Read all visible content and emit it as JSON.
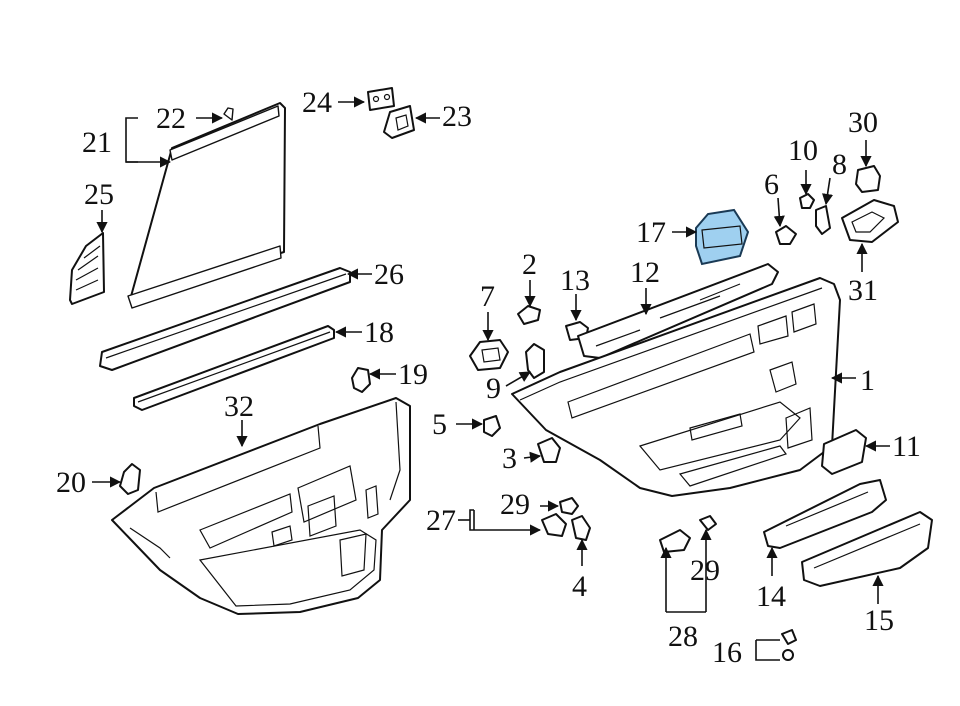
{
  "diagram": {
    "highlight_color": "#9fd0f0",
    "callouts": [
      {
        "id": "c1",
        "label": "1"
      },
      {
        "id": "c2",
        "label": "2"
      },
      {
        "id": "c3",
        "label": "3"
      },
      {
        "id": "c4",
        "label": "4"
      },
      {
        "id": "c5",
        "label": "5"
      },
      {
        "id": "c6",
        "label": "6"
      },
      {
        "id": "c7",
        "label": "7"
      },
      {
        "id": "c8",
        "label": "8"
      },
      {
        "id": "c9",
        "label": "9"
      },
      {
        "id": "c10",
        "label": "10"
      },
      {
        "id": "c11",
        "label": "11"
      },
      {
        "id": "c12",
        "label": "12"
      },
      {
        "id": "c13",
        "label": "13"
      },
      {
        "id": "c14",
        "label": "14"
      },
      {
        "id": "c15",
        "label": "15"
      },
      {
        "id": "c16",
        "label": "16"
      },
      {
        "id": "c17",
        "label": "17"
      },
      {
        "id": "c18",
        "label": "18"
      },
      {
        "id": "c19",
        "label": "19"
      },
      {
        "id": "c20",
        "label": "20"
      },
      {
        "id": "c21",
        "label": "21"
      },
      {
        "id": "c22",
        "label": "22"
      },
      {
        "id": "c23",
        "label": "23"
      },
      {
        "id": "c24",
        "label": "24"
      },
      {
        "id": "c25",
        "label": "25"
      },
      {
        "id": "c26",
        "label": "26"
      },
      {
        "id": "c27",
        "label": "27"
      },
      {
        "id": "c28",
        "label": "28"
      },
      {
        "id": "c29a",
        "label": "29"
      },
      {
        "id": "c29b",
        "label": "29"
      },
      {
        "id": "c30",
        "label": "30"
      },
      {
        "id": "c31",
        "label": "31"
      },
      {
        "id": "c32",
        "label": "32"
      }
    ]
  }
}
